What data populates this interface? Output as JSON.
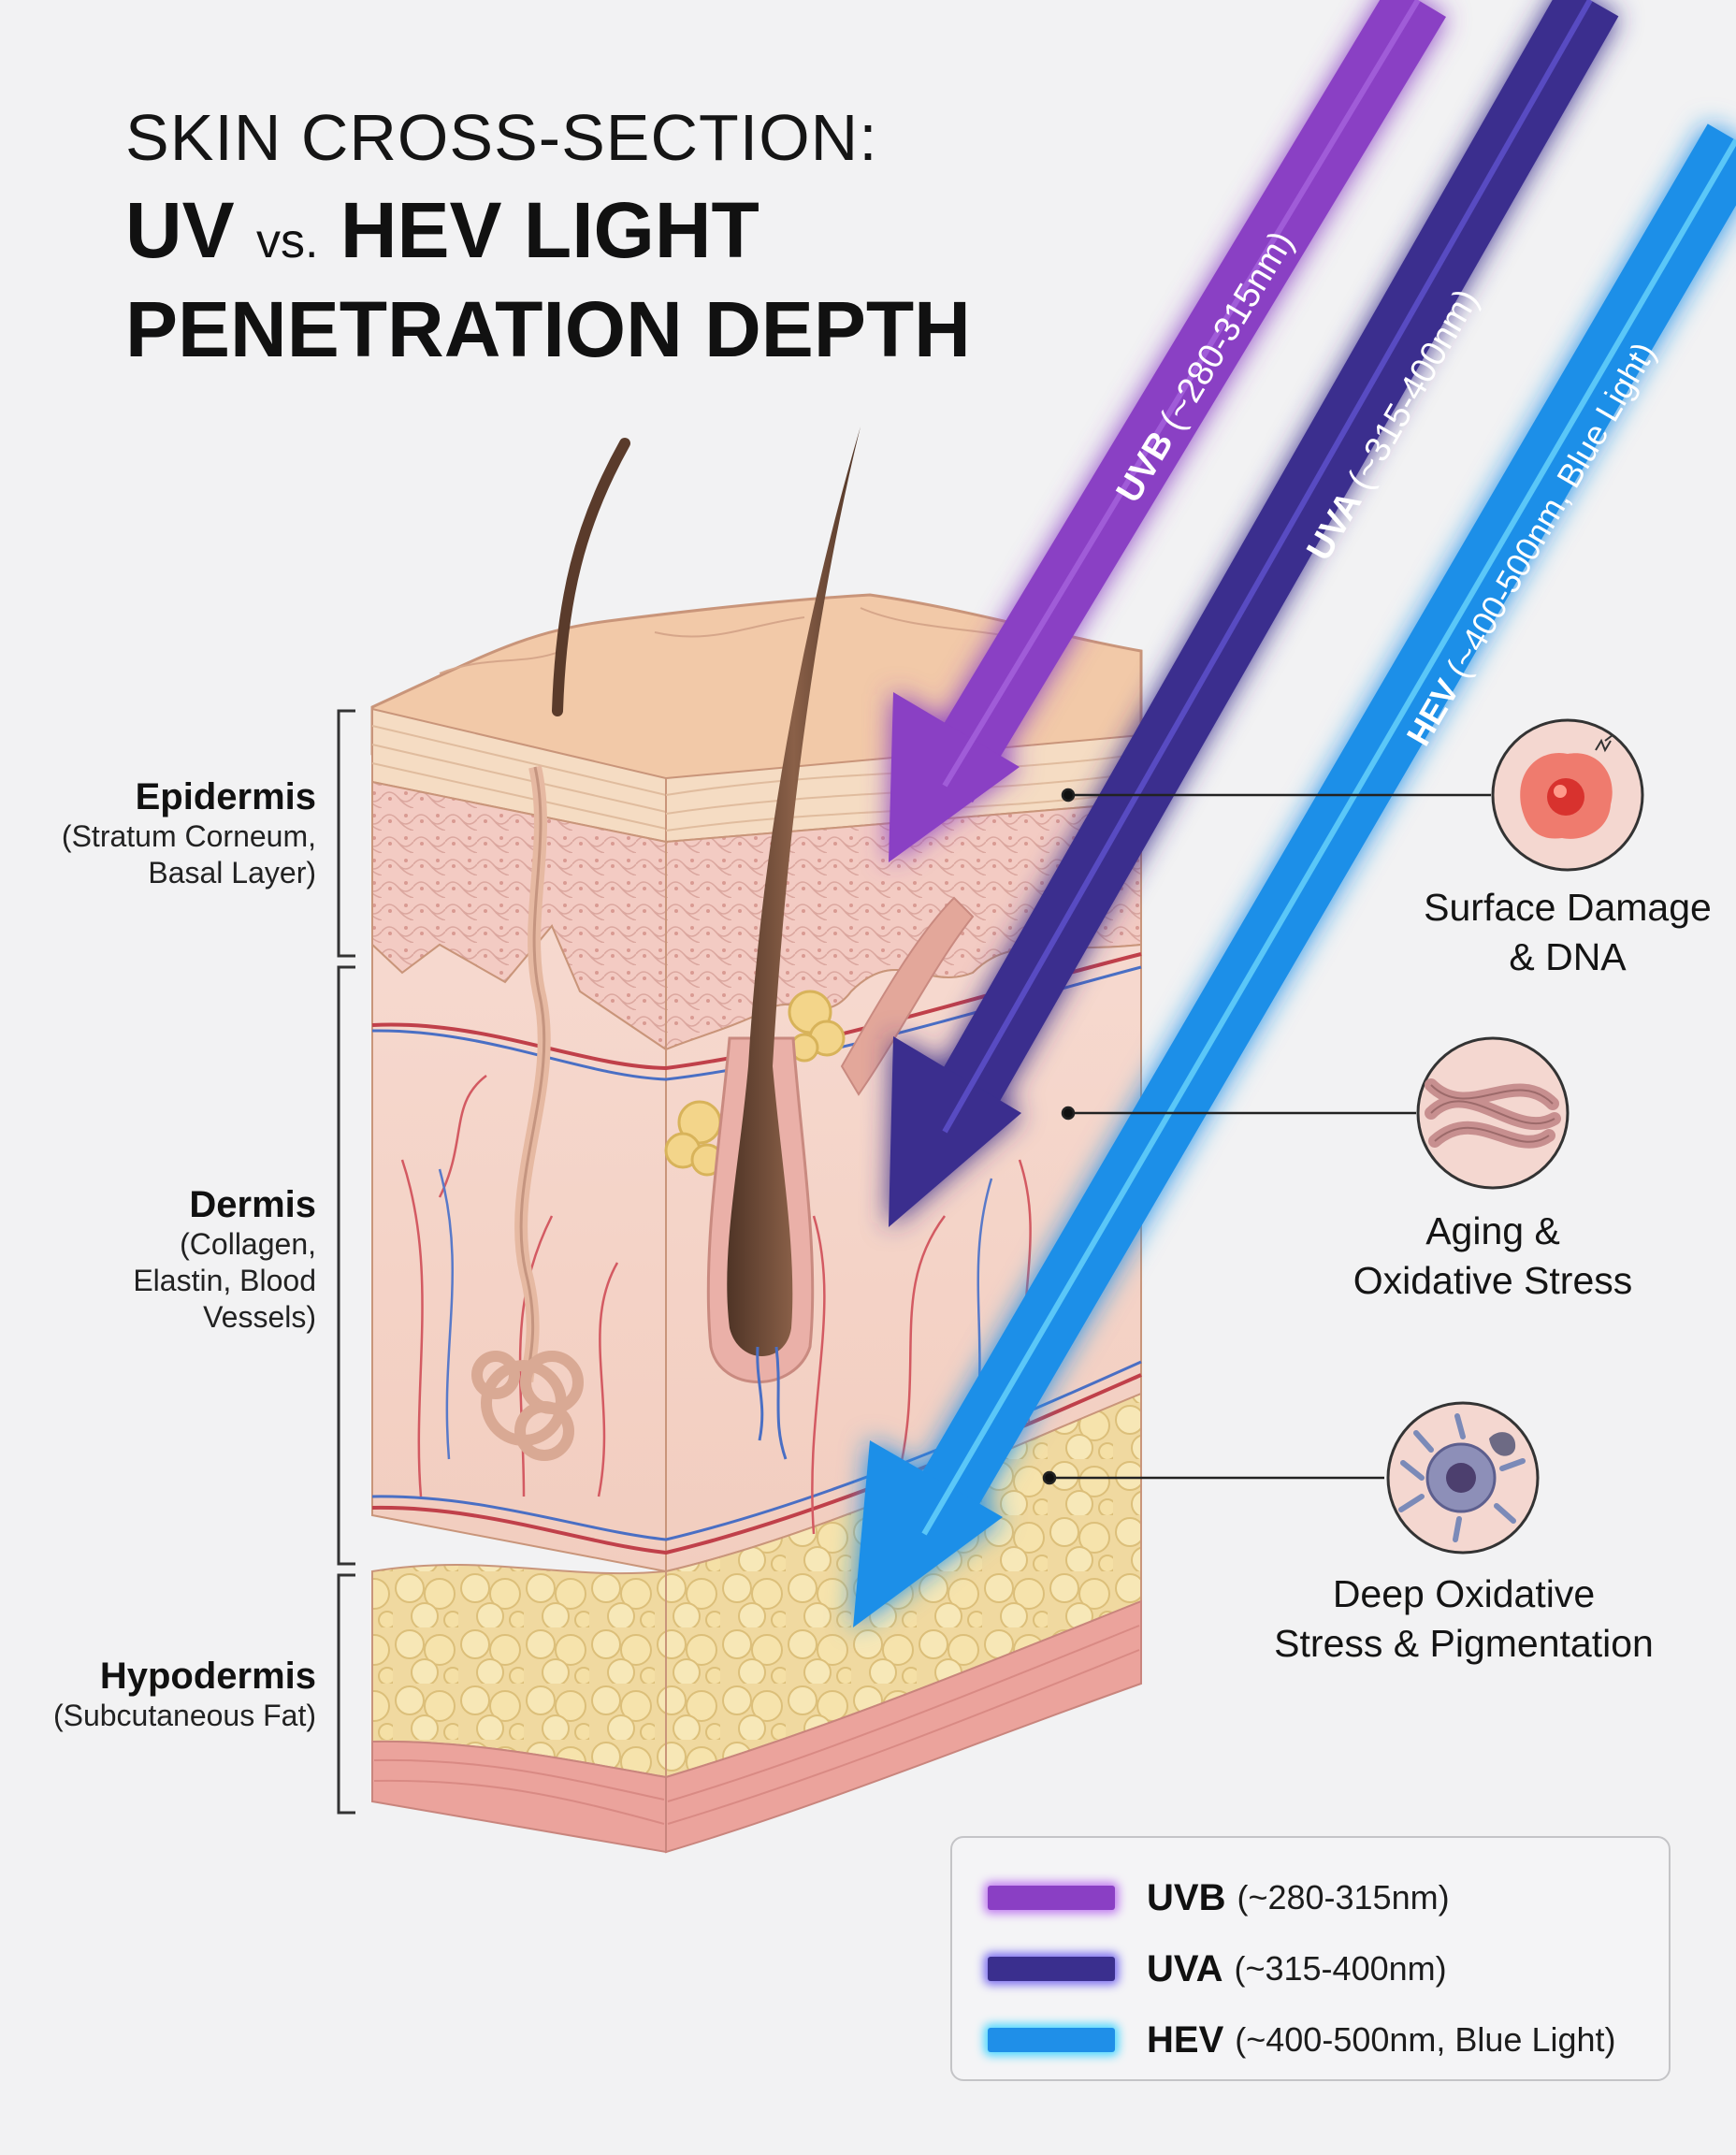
{
  "title": {
    "line1": "SKIN CROSS-SECTION:",
    "line2_a": "UV",
    "line2_vs": "vs.",
    "line2_b": "HEV LIGHT",
    "line3": "PENETRATION DEPTH"
  },
  "layers": [
    {
      "name": "Epidermis",
      "sub1": "(Stratum Corneum,",
      "sub2": "Basal Layer)"
    },
    {
      "name": "Dermis",
      "sub1": "(Collagen,",
      "sub2": "Elastin, Blood",
      "sub3": "Vessels)"
    },
    {
      "name": "Hypodermis",
      "sub1": "(Subcutaneous Fat)"
    }
  ],
  "beams": [
    {
      "name": "UVB",
      "range": "(~280-315nm)",
      "color": "#8a3fc4",
      "glow": "#c07cf0"
    },
    {
      "name": "UVA",
      "range": "(~315-400nm)",
      "color": "#3a2f8e",
      "glow": "#7a6cf0"
    },
    {
      "name": "HEV",
      "range": "(~400-500nm, Blue Light)",
      "color": "#1f8fe8",
      "glow": "#49d6ff"
    }
  ],
  "callouts": [
    {
      "line1": "Surface Damage",
      "line2": "& DNA",
      "icon": "damaged-cell-icon"
    },
    {
      "line1": "Aging &",
      "line2": "Oxidative Stress",
      "icon": "collagen-fibers-icon"
    },
    {
      "line1": "Deep Oxidative",
      "line2": "Stress & Pigmentation",
      "icon": "melanocyte-icon"
    }
  ],
  "legend": [
    {
      "name": "UVB",
      "range": "(~280-315nm)"
    },
    {
      "name": "UVA",
      "range": "(~315-400nm)"
    },
    {
      "name": "HEV",
      "range": "(~400-500nm, Blue Light)"
    }
  ]
}
